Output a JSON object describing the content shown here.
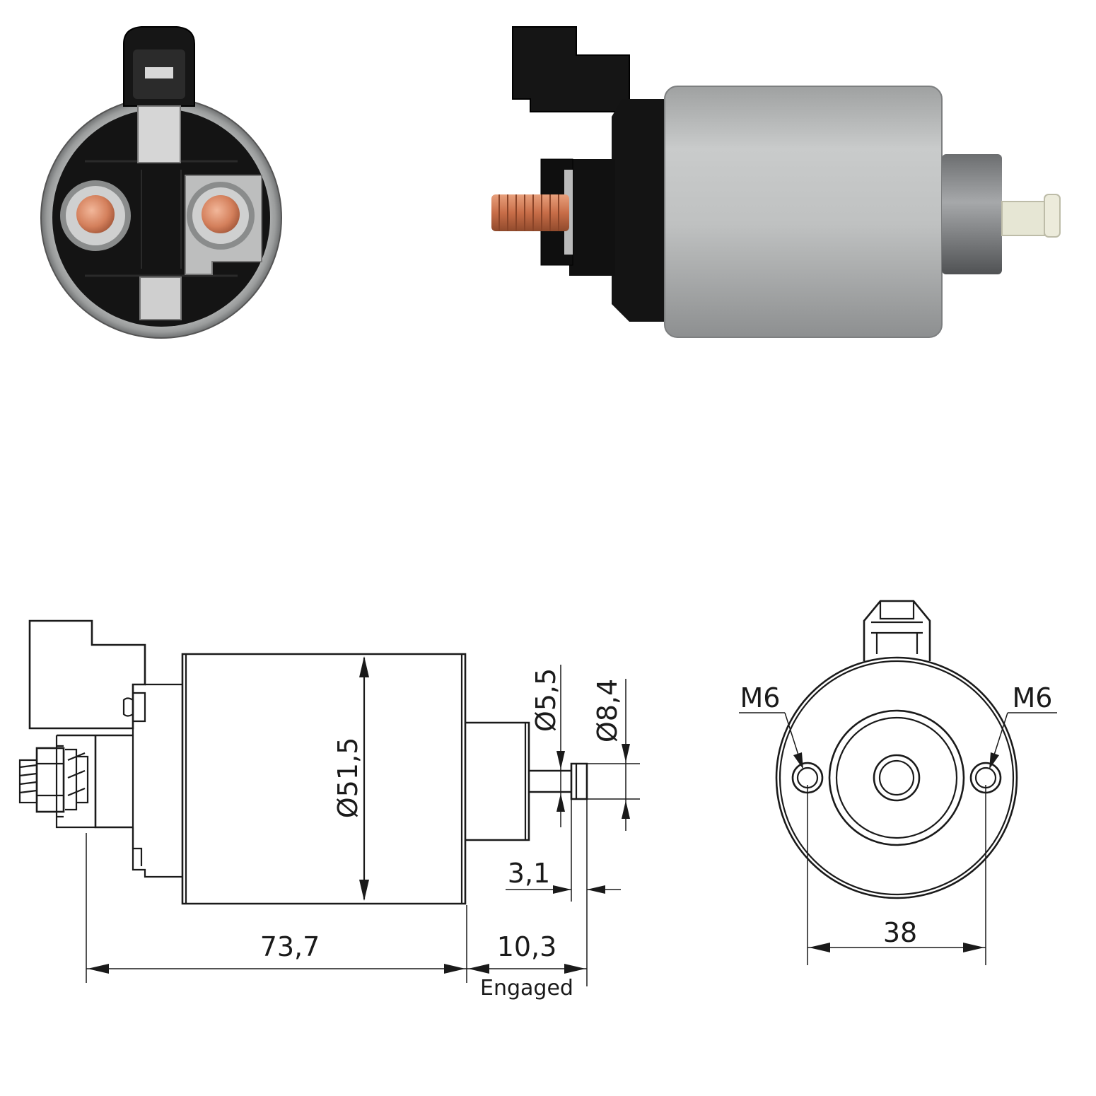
{
  "diagram": {
    "photos": {
      "end_view": {
        "name": "photo-end-view"
      },
      "side_view": {
        "name": "photo-side-view"
      }
    },
    "side_drawing": {
      "body_diameter": "Ø51,5",
      "plunger_diameter": "Ø5,5",
      "tip_diameter": "Ø8,4",
      "tip_length": "3,1",
      "body_length": "73,7",
      "engaged_travel": "10,3",
      "engaged_label": "Engaged"
    },
    "end_drawing": {
      "thread_left": "M6",
      "thread_right": "M6",
      "hole_spacing": "38"
    }
  },
  "colors": {
    "steel": "#b9bbbb",
    "black_plastic": "#111111",
    "copper": "#d9825f",
    "nylon_tip": "#e8e8d8",
    "line": "#1a1a1a"
  }
}
